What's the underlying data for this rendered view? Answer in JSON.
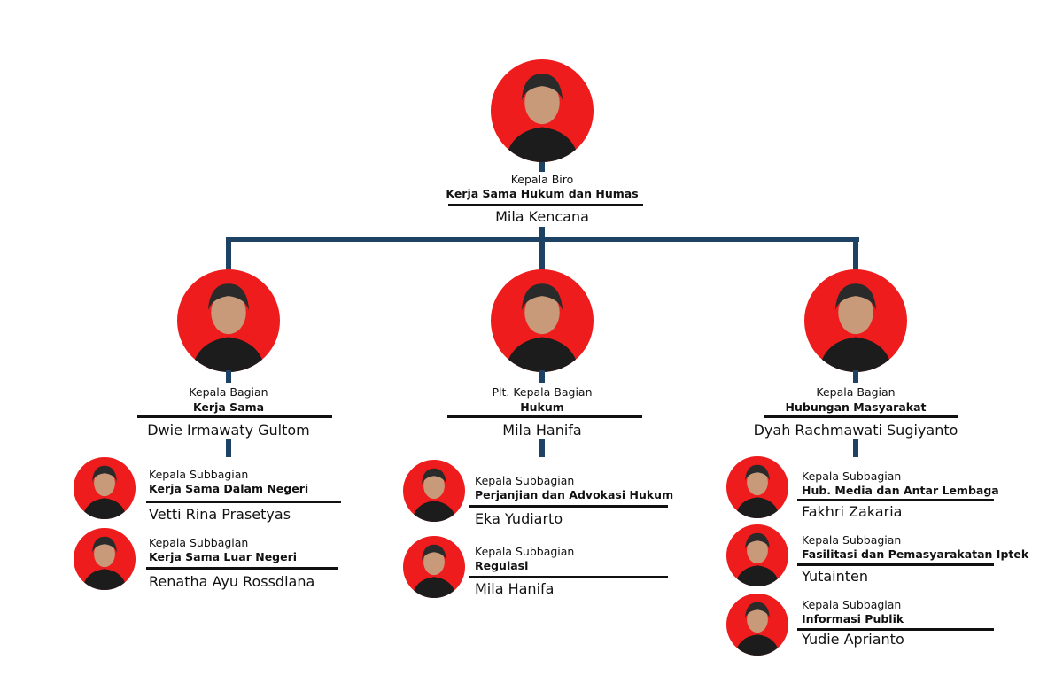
{
  "colors": {
    "connector": "#1d4264",
    "avatar_bg": "#ee1c1c"
  },
  "head": {
    "role": "Kepala Biro",
    "unit": "Kerja Sama Hukum dan Humas",
    "name": "Mila Kencana"
  },
  "divisions": [
    {
      "role": "Kepala Bagian",
      "unit": "Kerja Sama",
      "name": "Dwie Irmawaty Gultom",
      "subs": [
        {
          "role": "Kepala Subbagian",
          "unit": "Kerja Sama Dalam Negeri",
          "name": "Vetti Rina Prasetyas"
        },
        {
          "role": "Kepala Subbagian",
          "unit": "Kerja Sama Luar Negeri",
          "name": "Renatha Ayu Rossdiana"
        }
      ]
    },
    {
      "role": "Plt. Kepala Bagian",
      "unit": "Hukum",
      "name": "Mila Hanifa",
      "subs": [
        {
          "role": "Kepala Subbagian",
          "unit": "Perjanjian dan Advokasi Hukum",
          "name": "Eka Yudiarto"
        },
        {
          "role": "Kepala Subbagian",
          "unit": "Regulasi",
          "name": "Mila Hanifa"
        }
      ]
    },
    {
      "role": "Kepala Bagian",
      "unit": "Hubungan Masyarakat",
      "name": "Dyah Rachmawati Sugiyanto",
      "subs": [
        {
          "role": "Kepala Subbagian",
          "unit": "Hub. Media dan Antar Lembaga",
          "name": "Fakhri Zakaria"
        },
        {
          "role": "Kepala Subbagian",
          "unit": "Fasilitasi dan Pemasyarakatan Iptek",
          "name": "Yutainten"
        },
        {
          "role": "Kepala Subbagian",
          "unit": "Informasi Publik",
          "name": "Yudie Aprianto"
        }
      ]
    }
  ]
}
